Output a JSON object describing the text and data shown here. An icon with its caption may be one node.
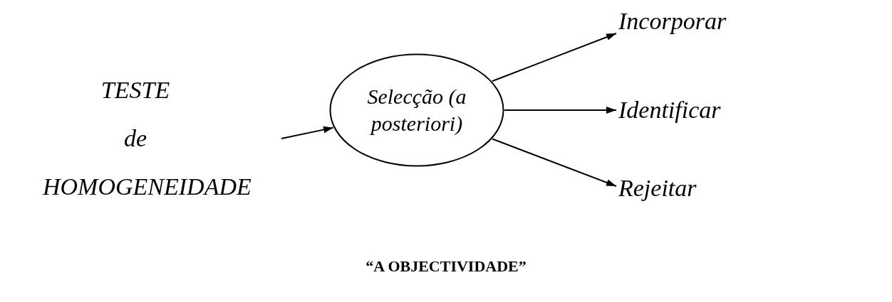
{
  "diagram": {
    "caption": "“A OBJECTIVIDADE”",
    "nodes": [
      {
        "text": [
          "TESTE de HOMOGENEIDADE"
        ]
      },
      {
        "text": [
          "Selecção (a posteriori)"
        ]
      },
      {
        "text": [
          "Incorporar"
        ]
      },
      {
        "text": [
          "Identificar"
        ]
      },
      {
        "text": [
          "Rejeitar"
        ]
      }
    ],
    "edges": [
      {
        "from": 0,
        "to": 1,
        "arrow": "to"
      },
      {
        "from": 1,
        "to": 2,
        "arrow": "to"
      },
      {
        "from": 1,
        "to": 3,
        "arrow": "to"
      },
      {
        "from": 1,
        "to": 4,
        "arrow": "to"
      }
    ]
  }
}
